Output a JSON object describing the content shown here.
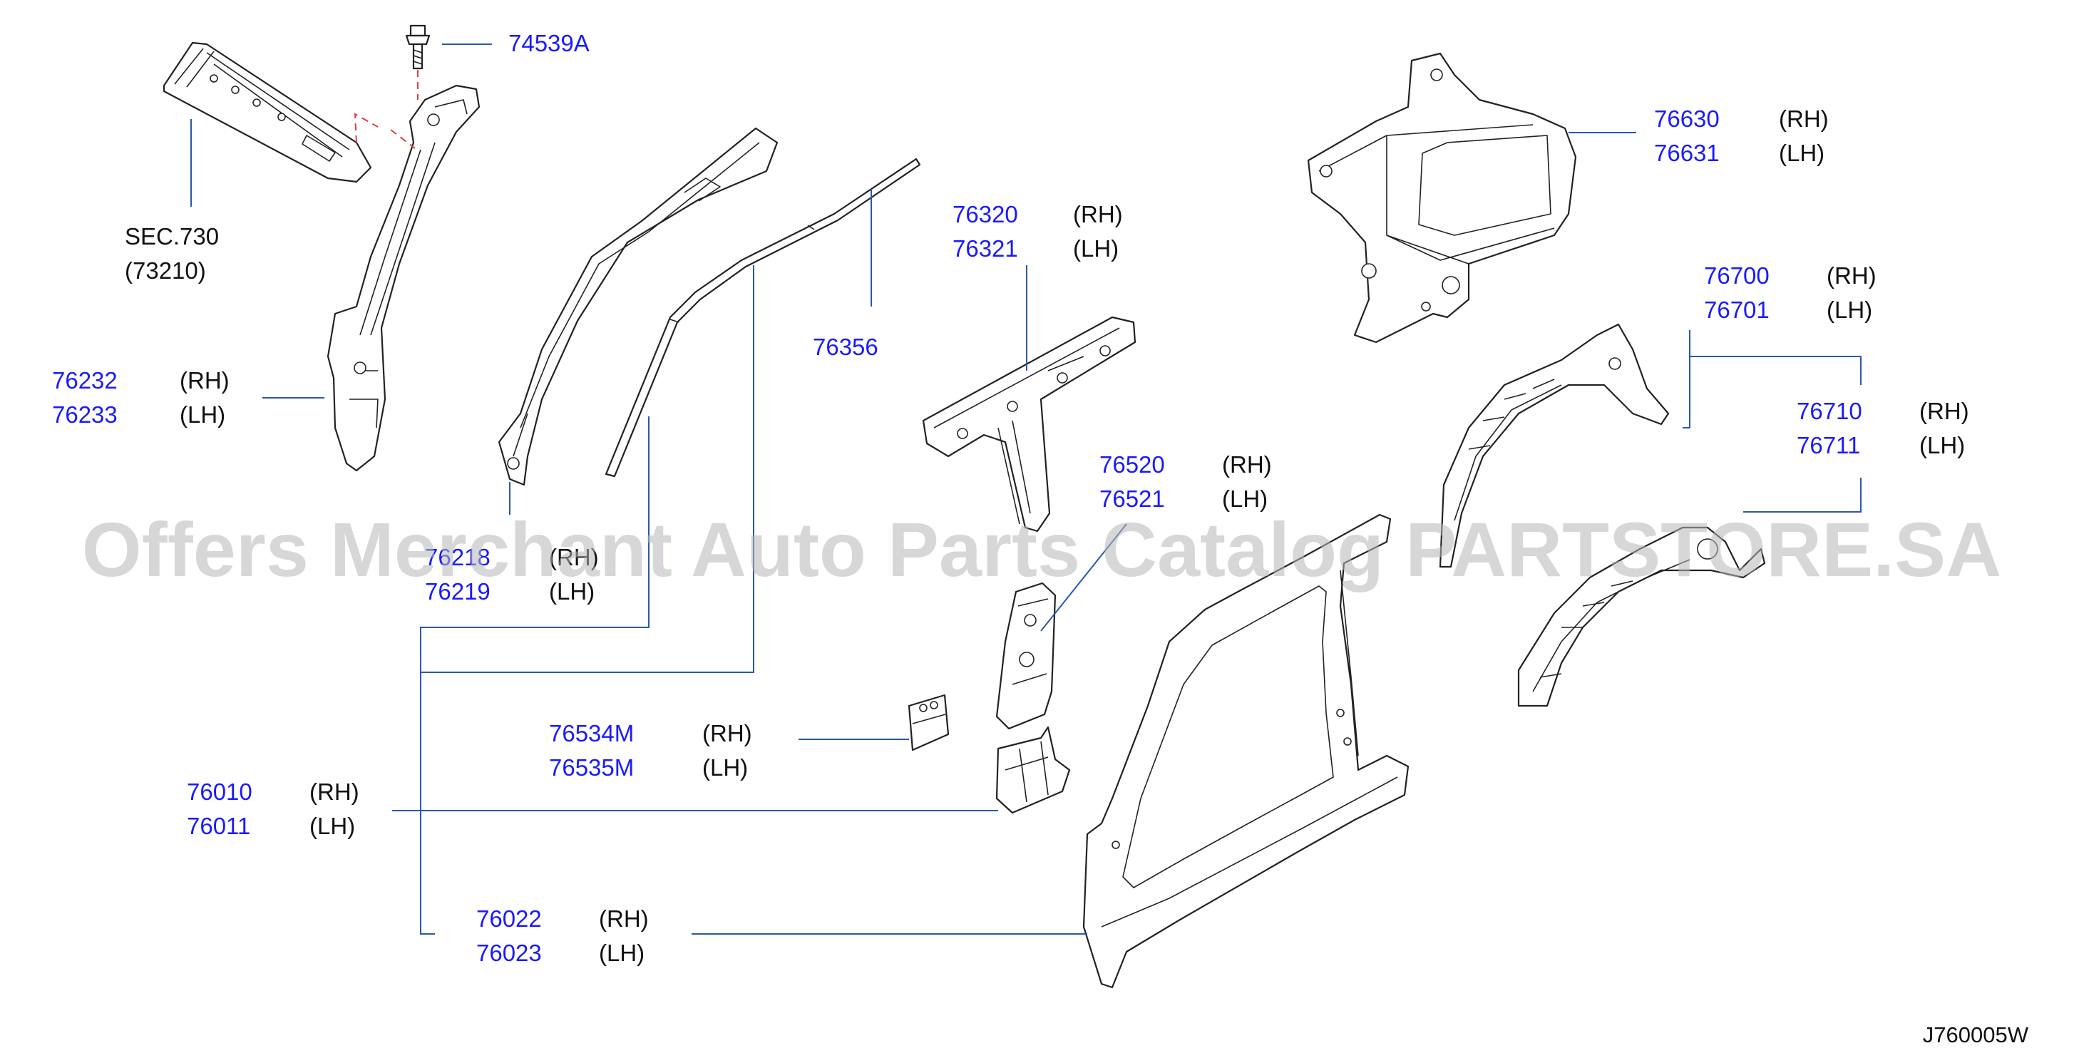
{
  "watermark": "Offers Merchant Auto Parts Catalog PARTSTORE.SA",
  "diagram_code": "J760005W",
  "section_ref": {
    "line1": "SEC.730",
    "line2": "(73210)"
  },
  "callouts": {
    "bolt": {
      "part": "74539A"
    },
    "a_pillar": {
      "rh": "76232",
      "lh": "76233",
      "rh_side": "(RH)",
      "lh_side": "(LH)"
    },
    "roof_rail": {
      "rh": "76218",
      "lh": "76219",
      "rh_side": "(RH)",
      "lh_side": "(LH)"
    },
    "weatherstrip": {
      "part": "76356"
    },
    "b_pillar": {
      "rh": "76320",
      "lh": "76321",
      "rh_side": "(RH)",
      "lh_side": "(LH)"
    },
    "b_reinf": {
      "rh": "76520",
      "lh": "76521",
      "rh_side": "(RH)",
      "lh_side": "(LH)"
    },
    "bracket": {
      "rh": "76534M",
      "lh": "76535M",
      "rh_side": "(RH)",
      "lh_side": "(LH)"
    },
    "body_side": {
      "rh": "76010",
      "lh": "76011",
      "rh_side": "(RH)",
      "lh_side": "(LH)"
    },
    "side_outer": {
      "rh": "76022",
      "lh": "76023",
      "rh_side": "(RH)",
      "lh_side": "(LH)"
    },
    "rear_panel": {
      "rh": "76630",
      "lh": "76631",
      "rh_side": "(RH)",
      "lh_side": "(LH)"
    },
    "wheelhouse_outer": {
      "rh": "76700",
      "lh": "76701",
      "rh_side": "(RH)",
      "lh_side": "(LH)"
    },
    "wheelhouse_inner": {
      "rh": "76710",
      "lh": "76711",
      "rh_side": "(RH)",
      "lh_side": "(LH)"
    }
  },
  "colors": {
    "part_number": "#1a1aff",
    "leader": "#2a5aa8",
    "line_art": "#222222",
    "watermark": "#b8b8b8"
  }
}
